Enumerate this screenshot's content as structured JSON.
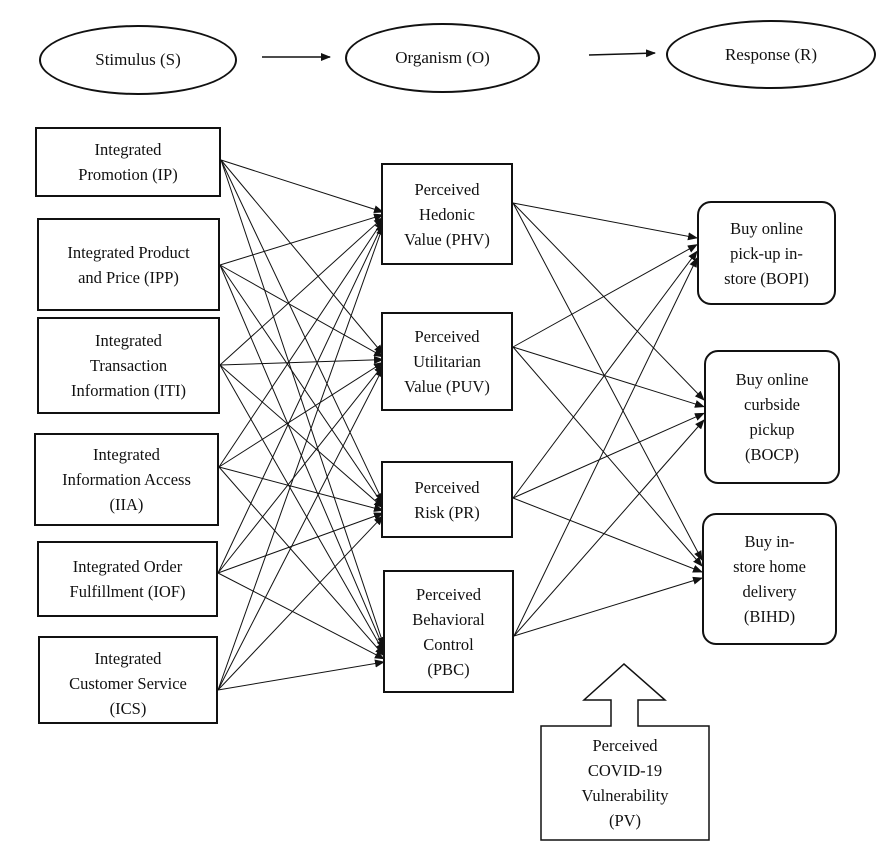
{
  "framework": {
    "stages": [
      {
        "id": "S",
        "label": "Stimulus (S)"
      },
      {
        "id": "O",
        "label": "Organism (O)"
      },
      {
        "id": "R",
        "label": "Response (R)"
      }
    ]
  },
  "stimulus_nodes": [
    {
      "id": "IP",
      "label": "Integrated\nPromotion (IP)"
    },
    {
      "id": "IPP",
      "label": "Integrated Product\nand Price (IPP)"
    },
    {
      "id": "ITI",
      "label": "Integrated\nTransaction\nInformation (ITI)"
    },
    {
      "id": "IIA",
      "label": "Integrated\nInformation Access\n(IIA)"
    },
    {
      "id": "IOF",
      "label": "Integrated Order\nFulfillment (IOF)"
    },
    {
      "id": "ICS",
      "label": "Integrated\nCustomer Service\n(ICS)"
    }
  ],
  "organism_nodes": [
    {
      "id": "PHV",
      "label": "Perceived\nHedonic\nValue (PHV)"
    },
    {
      "id": "PUV",
      "label": "Perceived\nUtilitarian\nValue (PUV)"
    },
    {
      "id": "PR",
      "label": "Perceived\nRisk (PR)"
    },
    {
      "id": "PBC",
      "label": "Perceived\nBehavioral\nControl\n(PBC)"
    }
  ],
  "response_nodes": [
    {
      "id": "BOPI",
      "label": "Buy online\npick-up in-\nstore (BOPI)"
    },
    {
      "id": "BOCP",
      "label": "Buy online\ncurbside\npickup\n(BOCP)"
    },
    {
      "id": "BIHD",
      "label": "Buy in-\nstore home\ndelivery\n(BIHD)"
    }
  ],
  "moderator": {
    "id": "PV",
    "label": "Perceived\nCOVID-19\nVulnerability\n(PV)"
  },
  "edges": {
    "stimulus_to_organism": "all-to-all",
    "organism_to_response": "all-to-all"
  }
}
